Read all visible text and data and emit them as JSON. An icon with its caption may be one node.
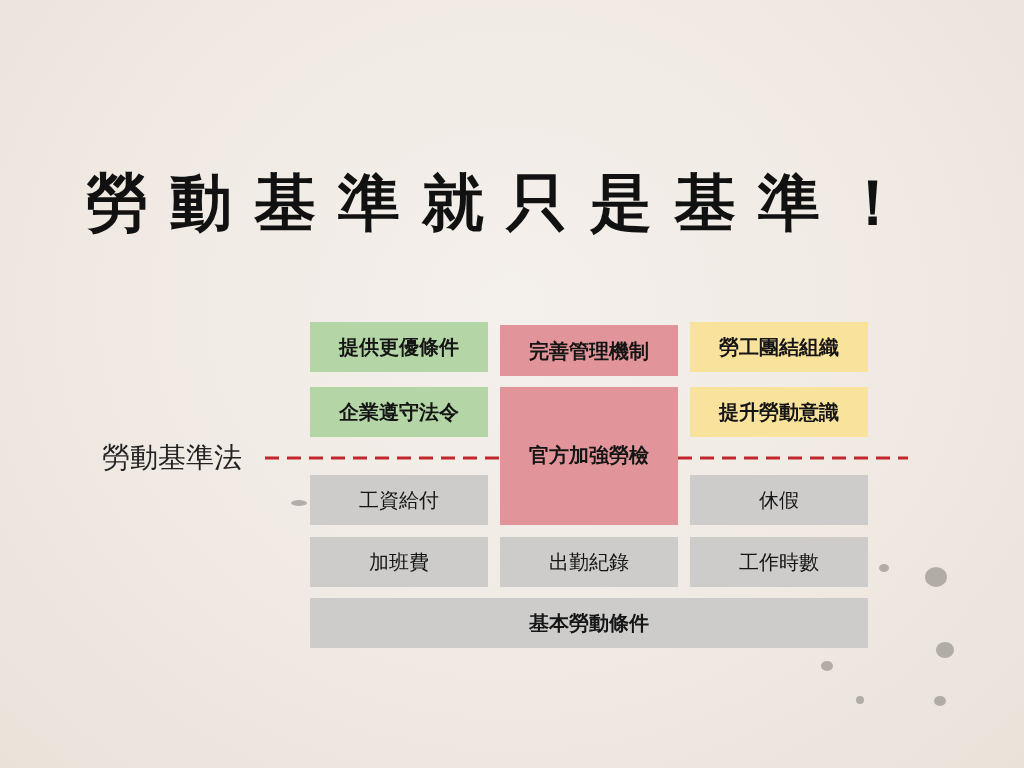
{
  "diagram": {
    "title": "勞動基準就只是基準！",
    "nodes": [
      {
        "text": [
          "提供更優條件"
        ]
      },
      {
        "text": [
          "完善管理機制"
        ]
      },
      {
        "text": [
          "勞工團結組織"
        ]
      },
      {
        "text": [
          "企業遵守法令"
        ]
      },
      {
        "text": [
          "官方加強勞檢"
        ]
      },
      {
        "text": [
          "提升勞動意識"
        ]
      },
      {
        "text": [
          "工資給付"
        ]
      },
      {
        "text": [
          "休假"
        ]
      },
      {
        "text": [
          "加班費"
        ]
      },
      {
        "text": [
          "出勤紀錄"
        ]
      },
      {
        "text": [
          "工作時數"
        ]
      },
      {
        "text": [
          "基本勞動條件"
        ]
      }
    ],
    "labels": [
      "勞動基準法"
    ]
  }
}
